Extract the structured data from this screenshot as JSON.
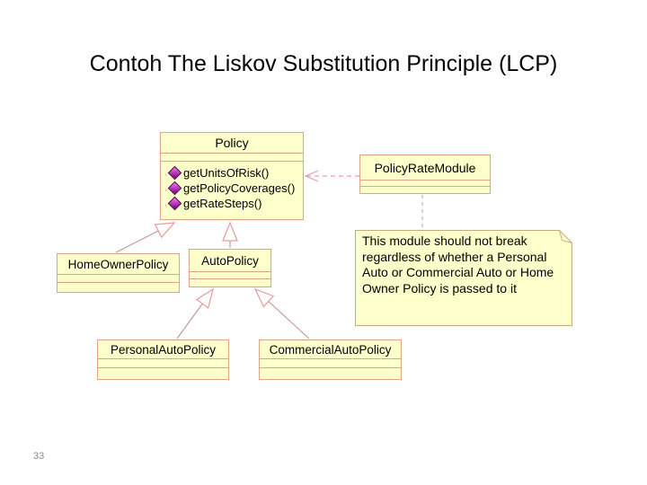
{
  "slide": {
    "title": "Contoh The Liskov Substitution Principle (LCP)",
    "page_number": "33"
  },
  "diagram": {
    "classes": [
      {
        "id": "policy",
        "name": "Policy",
        "methods": [
          "getUnitsOfRisk()",
          "getPolicyCoverages()",
          "getRateSteps()"
        ]
      },
      {
        "id": "policy-rate-module",
        "name": "PolicyRateModule",
        "methods": []
      },
      {
        "id": "home-owner-policy",
        "name": "HomeOwnerPolicy",
        "methods": []
      },
      {
        "id": "auto-policy",
        "name": "AutoPolicy",
        "methods": []
      },
      {
        "id": "personal-auto-policy",
        "name": "PersonalAutoPolicy",
        "methods": []
      },
      {
        "id": "commercial-auto-policy",
        "name": "CommercialAutoPolicy",
        "methods": []
      }
    ],
    "note": {
      "text": "This module should not break regardless of whether a Personal Auto or Commercial Auto or Home Owner Policy is passed to it"
    },
    "relations": [
      {
        "type": "generalization",
        "from": "HomeOwnerPolicy",
        "to": "Policy"
      },
      {
        "type": "generalization",
        "from": "AutoPolicy",
        "to": "Policy"
      },
      {
        "type": "generalization",
        "from": "PersonalAutoPolicy",
        "to": "AutoPolicy"
      },
      {
        "type": "generalization",
        "from": "CommercialAutoPolicy",
        "to": "AutoPolicy"
      },
      {
        "type": "dependency",
        "from": "PolicyRateModule",
        "to": "Policy"
      },
      {
        "type": "note-anchor",
        "from": "PolicyRateModule",
        "to": "note"
      }
    ],
    "colors": {
      "box_fill": "#FFFFCC",
      "box_border": "#E2A284",
      "relation_line": "#C49595",
      "relation_arrow": "#E69A9A",
      "dependency_line": "#E79BB0",
      "note_border": "#C4AA80",
      "method_icon": "#8D0F8D",
      "page_number": "#8A8A8A"
    }
  }
}
